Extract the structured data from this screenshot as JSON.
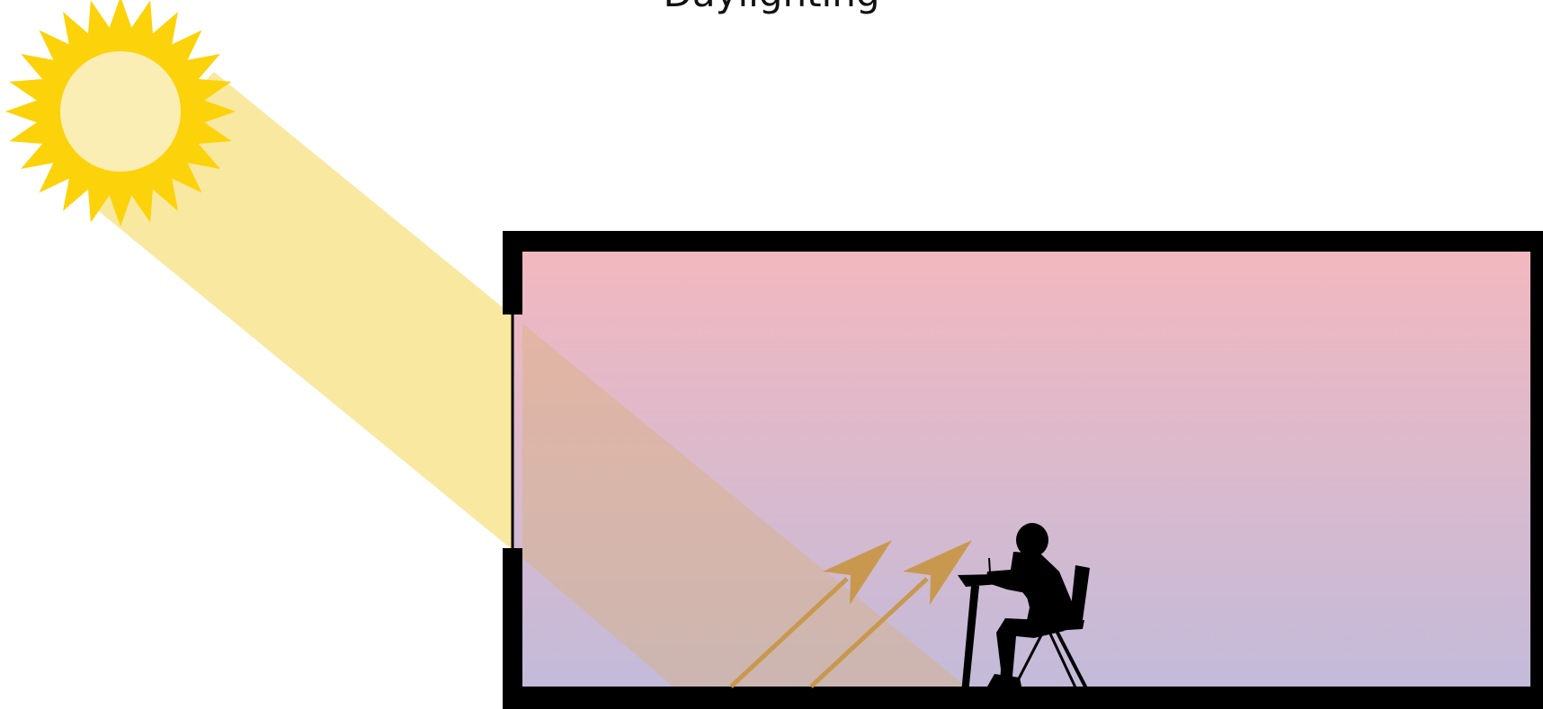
{
  "diagram": {
    "title": "Daylighting",
    "colors": {
      "sun_rays": "#FCD20A",
      "sun_disc": "#FAEEB4",
      "sunbeam": "#F9E79A",
      "room_top": "#F3B8BF",
      "room_bottom": "#C2BBDA",
      "walls": "#000000",
      "reflection_arrows": "#C8984F",
      "silhouette": "#000000"
    },
    "elements": {
      "sun": "sun-icon",
      "sunbeam": "light-beam",
      "room": "room-cross-section",
      "window": "window-opening",
      "arrows": "reflected-light-arrow",
      "person": "student-at-desk-silhouette"
    }
  }
}
